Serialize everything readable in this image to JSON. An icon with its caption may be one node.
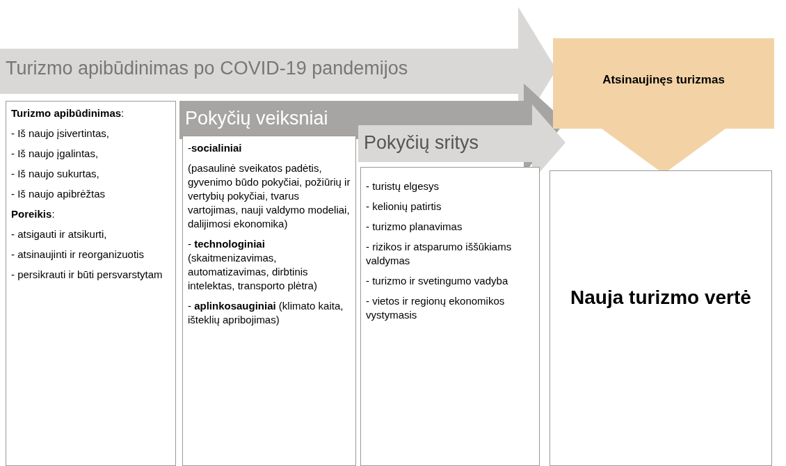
{
  "diagram": {
    "nodes": [
      {
        "text": [
          "Turizmo apibūdinimas po COVID-19 pandemijos"
        ]
      },
      {
        "text": [
          "**Turizmo apibūdinimas**:",
          "- Iš naujo įsivertintas,",
          "- Iš naujo įgalintas,",
          "- Iš naujo sukurtas,",
          "- Iš naujo apibrėžtas",
          "**Poreikis**:",
          "- atsigauti ir atsikurti,",
          "- atsinaujinti ir reorganizuotis",
          "- persikrauti ir būti persvarstytam"
        ]
      },
      {
        "text": [
          "Pokyčių veiksniai"
        ]
      },
      {
        "text": [
          "-**socialiniai**",
          "(pasaulinė sveikatos padėtis, gyvenimo būdo pokyčiai, požiūrių ir vertybių pokyčiai, tvarus vartojimas, nauji valdymo modeliai, dalijimosi ekonomika)",
          "- **technologiniai** (skaitmenizavimas, automatizavimas, dirbtinis intelektas, transporto plėtra)",
          "- **aplinkosauginiai** (klimato kaita, išteklių apribojimas)"
        ]
      },
      {
        "text": [
          "Pokyčių sritys"
        ]
      },
      {
        "text": [
          "- turistų elgesys",
          "- kelionių patirtis",
          "- turizmo planavimas",
          "- rizikos ir atsparumo iššūkiams valdymas",
          "- turizmo ir svetingumo vadyba",
          "- vietos ir regionų ekonomikos vystymasis"
        ]
      },
      {
        "text": [
          "Atsinaujinęs turizmas"
        ]
      },
      {
        "text": [
          "Nauja turizmo vertė"
        ]
      }
    ]
  }
}
